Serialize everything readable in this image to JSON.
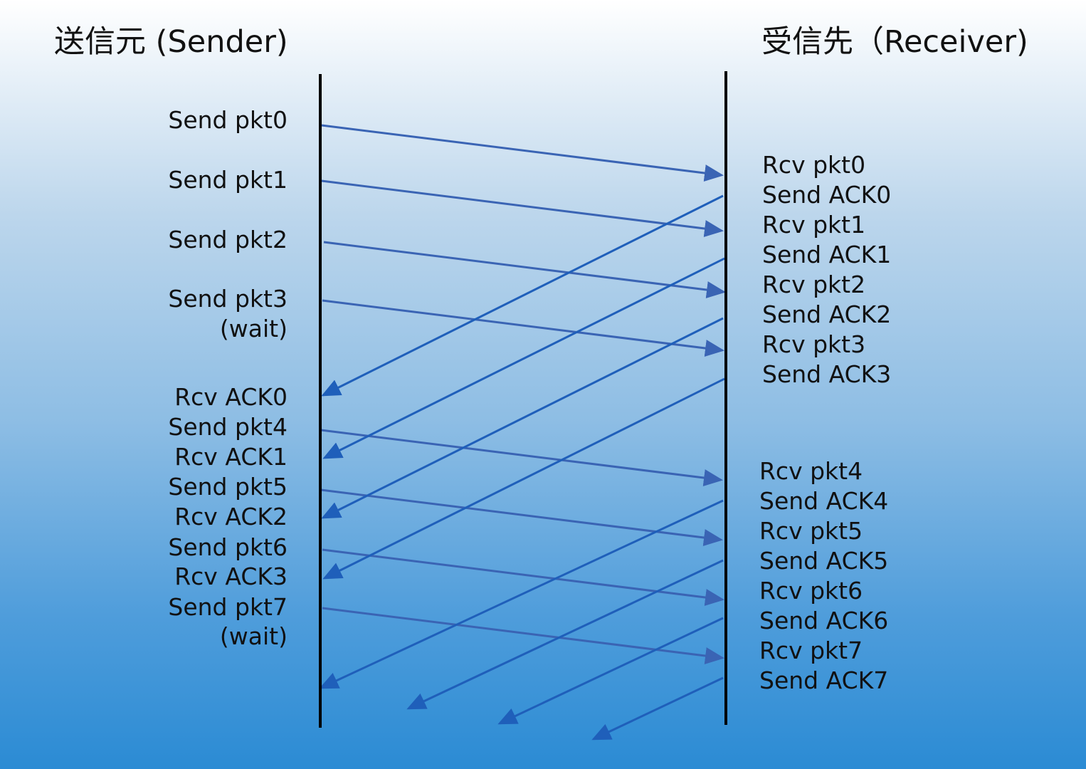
{
  "titles": {
    "sender": "送信元 (Sender)",
    "receiver": "受信先（Receiver)"
  },
  "sender_labels": [
    "Send pkt0",
    "Send pkt1",
    "Send pkt2",
    "Send pkt3",
    "(wait)",
    "Rcv ACK0",
    "Send pkt4",
    "Rcv ACK1",
    "Send pkt5",
    "Rcv ACK2",
    "Send pkt6",
    "Rcv ACK3",
    "Send pkt7",
    "(wait)"
  ],
  "receiver_labels": [
    "Rcv pkt0",
    "Send ACK0",
    "Rcv pkt1",
    "Send ACK1",
    "Rcv pkt2",
    "Send ACK2",
    "Rcv pkt3",
    "Send ACK3",
    "Rcv pkt4",
    "Send ACK4",
    "Rcv pkt5",
    "Send ACK5",
    "Rcv pkt6",
    "Send ACK6",
    "Rcv pkt7",
    "Send ACK7"
  ],
  "colors": {
    "timeline": "#000000",
    "packet_arrow": "#3a64b4",
    "ack_arrow": "#1f5fba",
    "text": "#111111"
  }
}
